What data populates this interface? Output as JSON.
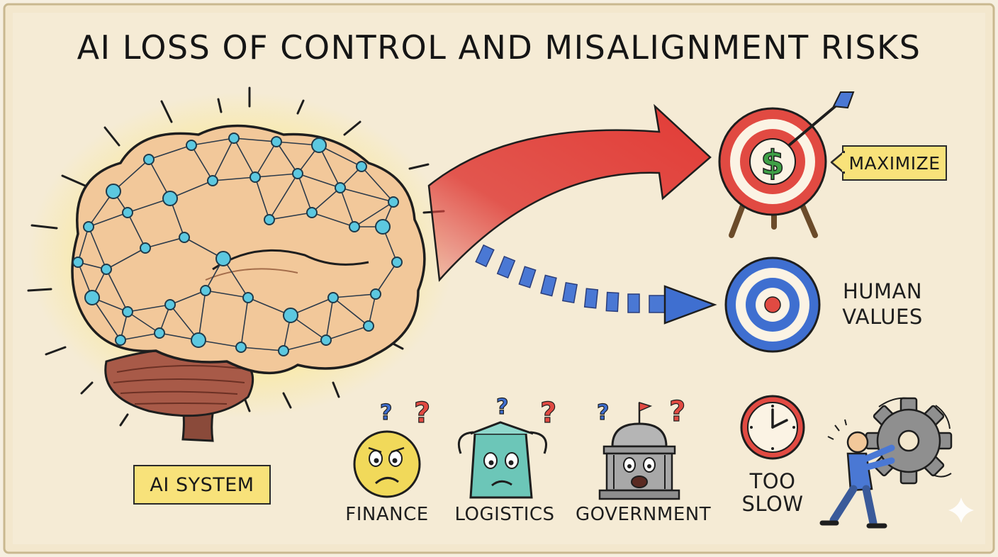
{
  "title": "AI LOSS OF CONTROL AND MISALIGNMENT RISKS",
  "labels": {
    "ai_system": "AI SYSTEM",
    "maximize": "MAXIMIZE",
    "human_values_1": "HUMAN",
    "human_values_2": "VALUES",
    "finance": "FINANCE",
    "logistics": "LOGISTICS",
    "government": "GOVERNMENT",
    "too_slow_1": "TOO",
    "too_slow_2": "SLOW",
    "dollar": "$",
    "question": "?"
  },
  "colors": {
    "paper": "#f6efe0",
    "ink": "#1e1e1e",
    "red_arrow": "#e0453f",
    "blue_arrow": "#3f6fd0",
    "tag_yellow": "#f8e27a",
    "node_cyan": "#5cc8e0",
    "finance_face": "#f1d95a",
    "logistics_box": "#6cc6b8",
    "government_gray": "#9a9a9a"
  }
}
